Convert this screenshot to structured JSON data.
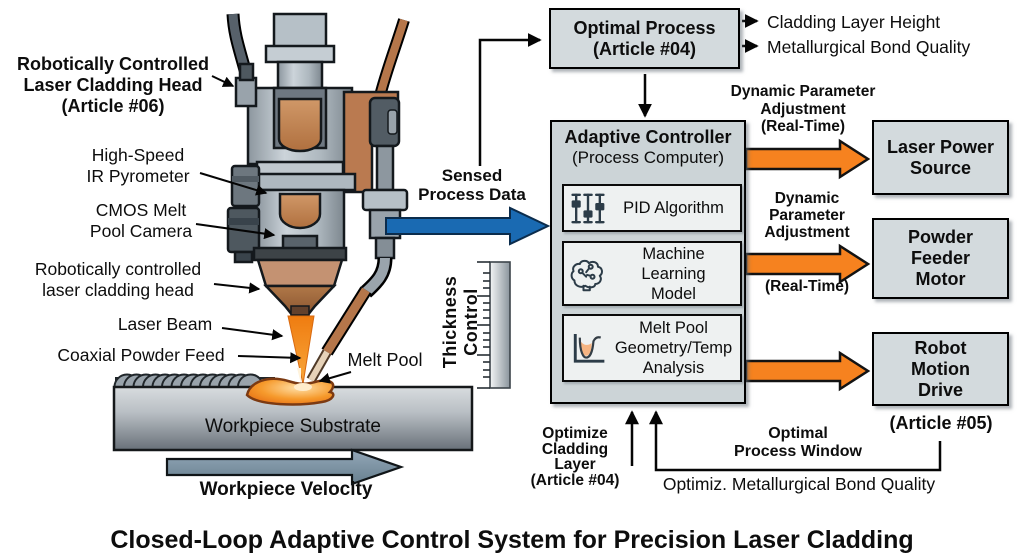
{
  "caption": "Closed-Loop Adaptive Control System for Precision Laser Cladding",
  "colors": {
    "flow_box_fill": "#d3dadd",
    "controller_fill": "#ccd4d7",
    "module_fill": "#eef1f1",
    "orange_arrow": "#f6821f",
    "blue_arrow": "#1a6ab2",
    "steel_gray": "#a7b1b9",
    "copper": "#b5764a",
    "laser_orange": "#f07c12",
    "velocity_arrow_gray": "#7d92a4"
  },
  "illustration": {
    "head_label_bold": [
      "Robotically Controlled",
      "Laser Cladding Head",
      "(Article #06)"
    ],
    "pyrometer_label": [
      "High-Speed",
      "IR Pyrometer"
    ],
    "cmos_label": [
      "CMOS Melt",
      "Pool Camera"
    ],
    "head_label_lower": [
      "Robotically controlled",
      "laser cladding head"
    ],
    "laser_beam_label": "Laser Beam",
    "powder_feed_label": "Coaxial Powder Feed",
    "melt_pool_label": "Melt Pool",
    "substrate_label": "Workpiece Substrate",
    "velocity_label": "Workpiece Velocity",
    "thickness_label": [
      "Thickness",
      "Control"
    ]
  },
  "flow": {
    "sensed_label": [
      "Sensed",
      "Process Data"
    ],
    "optimal_box": [
      "Optimal Process",
      "(Article #04)"
    ],
    "optimal_outputs": [
      "Cladding Layer Height",
      "Metallurgical Bond Quality"
    ],
    "controller": {
      "title": "Adaptive Controller",
      "subtitle": "(Process Computer)",
      "modules": [
        {
          "icon": "sliders-icon",
          "lines": [
            "PID Algorithm"
          ]
        },
        {
          "icon": "brain-icon",
          "lines": [
            "Machine",
            "Learning",
            "Model"
          ]
        },
        {
          "icon": "melt-pool-chart-icon",
          "lines": [
            "Melt Pool",
            "Geometry/Temp",
            "Analysis"
          ]
        }
      ]
    },
    "adjustment_top": [
      "Dynamic Parameter",
      "Adjustment",
      "(Real-Time)"
    ],
    "adjustment_mid": [
      "Dynamic",
      "Parameter",
      "Adjustment"
    ],
    "adjustment_mid_rt": "(Real-Time)",
    "actuators": [
      {
        "lines": [
          "Laser Power",
          "Source"
        ]
      },
      {
        "lines": [
          "Powder",
          "Feeder",
          "Motor"
        ]
      },
      {
        "lines": [
          "Robot",
          "Motion",
          "Drive"
        ],
        "note": "(Article #05)"
      }
    ],
    "optimize_cladding": [
      "Optimize",
      "Cladding",
      "Layer",
      "(Article #04)"
    ],
    "process_window": [
      "Optimal",
      "Process Window"
    ],
    "bond_feedback": "Optimiz. Metallurgical Bond Quality"
  }
}
